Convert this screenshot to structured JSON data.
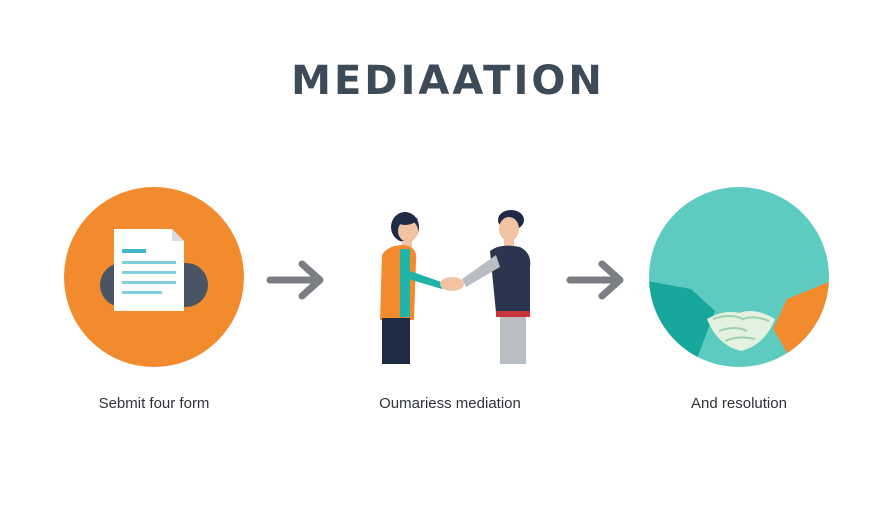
{
  "title": "MEDIAATION",
  "colors": {
    "title": "#3d4a57",
    "orange": "#f28a2e",
    "teal": "#5ecbc1",
    "teal_dark": "#1fa9a0",
    "arrow": "#7a7e82",
    "navy": "#2b3550"
  },
  "steps": [
    {
      "label": "Sebmit four form",
      "icon": "document-icon"
    },
    {
      "label": "Oumariess mediation",
      "icon": "handshake-people-icon"
    },
    {
      "label": "And resolution",
      "icon": "handshake-icon"
    }
  ],
  "arrows": [
    "arrow-right-icon",
    "arrow-right-icon"
  ]
}
